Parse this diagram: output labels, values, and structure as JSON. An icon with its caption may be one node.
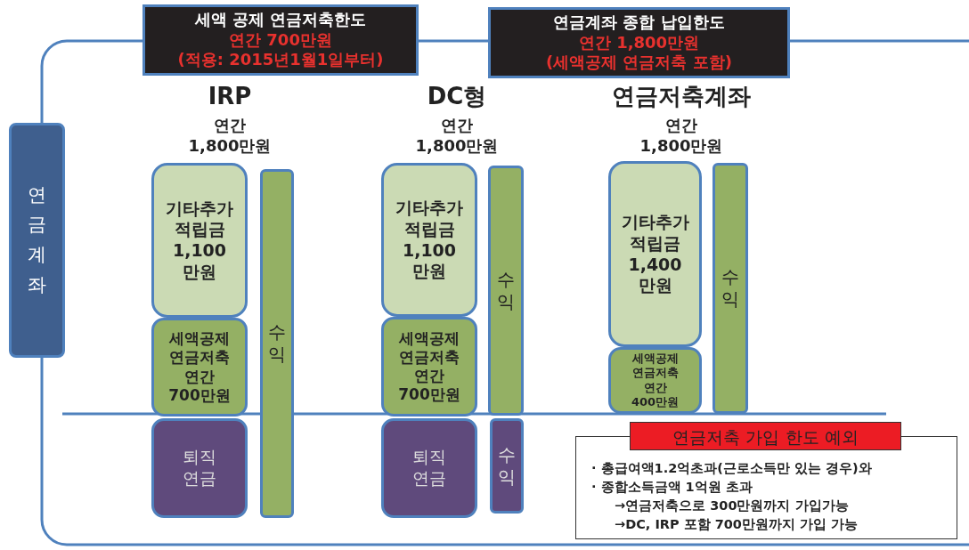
{
  "diagram": {
    "nodes": [
      {
        "text": [
          "연금계좌"
        ]
      },
      {
        "text": [
          "세액 공제 연금저축한도",
          "연간 700만원",
          "(적용: 2015년1월1일부터)"
        ]
      },
      {
        "text": [
          "연금계좌 종합 납입한도",
          "연간 1,800만원",
          "(세액공제 연금저축 포함)"
        ]
      },
      {
        "text": [
          "기타추가 적립금 1,100 만원"
        ]
      },
      {
        "text": [
          "세액공제 연금저축 연간 700만원"
        ]
      },
      {
        "text": [
          "수익"
        ]
      },
      {
        "text": [
          "퇴직 연금"
        ]
      },
      {
        "text": [
          "기타추가 적립금 1,100 만원"
        ]
      },
      {
        "text": [
          "세액공제 연금저축 연간 700만원"
        ]
      },
      {
        "text": [
          "수익"
        ]
      },
      {
        "text": [
          "퇴직 연금"
        ]
      },
      {
        "text": [
          "수익"
        ]
      },
      {
        "text": [
          "기타추가 적립금 1,400 만원"
        ]
      },
      {
        "text": [
          "세액공제 연금저축 연간 400만원"
        ]
      },
      {
        "text": [
          "수익"
        ]
      },
      {
        "text": [
          "연금저축 가입 한도 예외",
          "· 총급여액1.2억초과(근로소득만 있는 경우)와",
          "· 종합소득금액 1억원 초과",
          "→연금저축으로 300만원까지 가입가능",
          "→DC, IRP 포함 700만원까지 가입 가능"
        ]
      }
    ],
    "edges": [],
    "labels": [
      "IRP",
      "연간 1,800만원",
      "DC형",
      "연간 1,800만원",
      "연금저축계좌",
      "연간 1,800만원"
    ]
  }
}
